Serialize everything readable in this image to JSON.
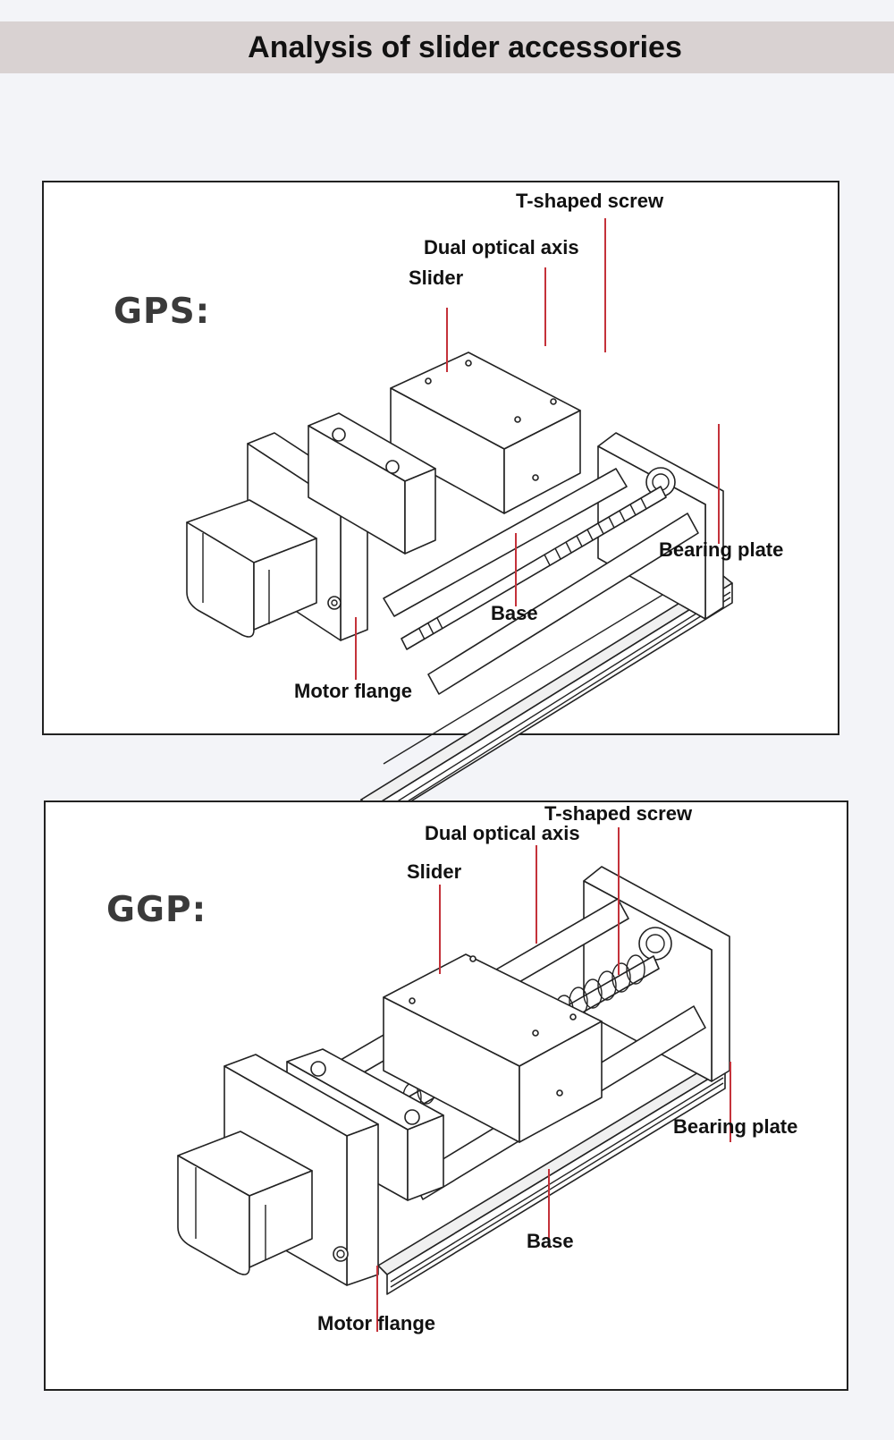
{
  "header": {
    "title": "Analysis of slider accessories"
  },
  "panels": [
    {
      "name": "GPS:",
      "labels": {
        "t_shaped_screw": "T-shaped screw",
        "dual_optical_axis": "Dual optical axis",
        "slider": "Slider",
        "bearing_plate": "Bearing plate",
        "base": "Base",
        "motor_flange": "Motor flange"
      }
    },
    {
      "name": "GGP:",
      "labels": {
        "t_shaped_screw": "T-shaped screw",
        "dual_optical_axis": "Dual optical axis",
        "slider": "Slider",
        "bearing_plate": "Bearing plate",
        "base": "Base",
        "motor_flange": "Motor flange"
      }
    }
  ],
  "colors": {
    "pointer_line": "#c4323a",
    "header_band": "#d9d2d2",
    "background": "#f3f4f8"
  }
}
